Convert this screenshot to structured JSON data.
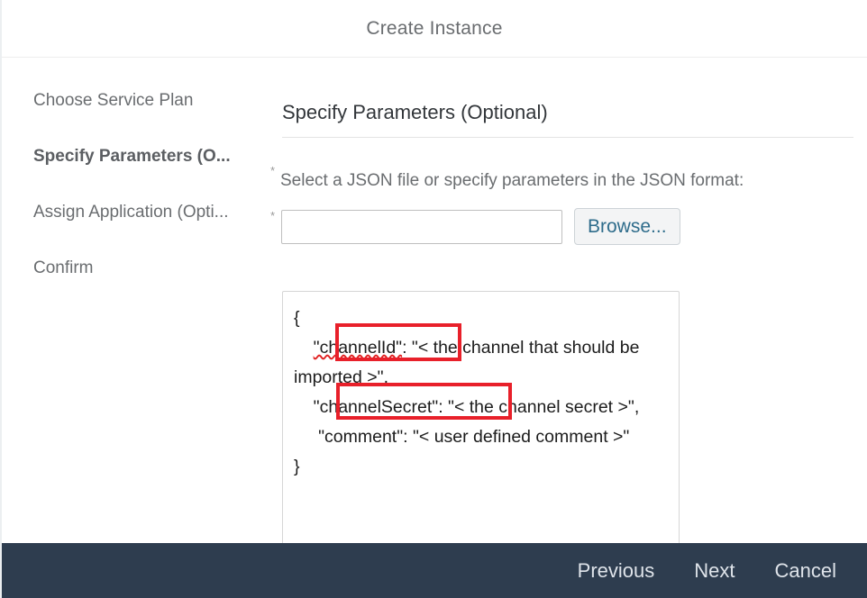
{
  "dialog": {
    "title": "Create Instance"
  },
  "nav": {
    "items": [
      {
        "label": "Choose Service Plan",
        "active": false
      },
      {
        "label": "Specify Parameters (O...",
        "active": true
      },
      {
        "label": "Assign Application (Opti...",
        "active": false
      },
      {
        "label": "Confirm",
        "active": false
      }
    ]
  },
  "step": {
    "heading": "Specify Parameters (Optional)",
    "field_label": "Select a JSON file or specify parameters in the JSON format:",
    "required_marker": "*",
    "file_input_value": "",
    "file_input_placeholder": "",
    "browse_label": "Browse...",
    "json_lines": {
      "open_brace": "{",
      "line1_pre": "    ",
      "line1_key": "\"channelId\"",
      "line1_rest": ": \"< the channel that should be imported >\",",
      "line2_pre": "    ",
      "line2_key": "\"channelSecret\"",
      "line2_rest": ": \"< the channel secret >\",",
      "line3": "     \"comment\": \"< user defined comment >\"",
      "close_brace": "}"
    }
  },
  "footer": {
    "previous_label": "Previous",
    "next_label": "Next",
    "cancel_label": "Cancel"
  },
  "colors": {
    "footer_bg": "#2e3d4f",
    "annotation": "#e8202a",
    "link": "#2e6c8b",
    "text_muted": "#6a6d70"
  }
}
